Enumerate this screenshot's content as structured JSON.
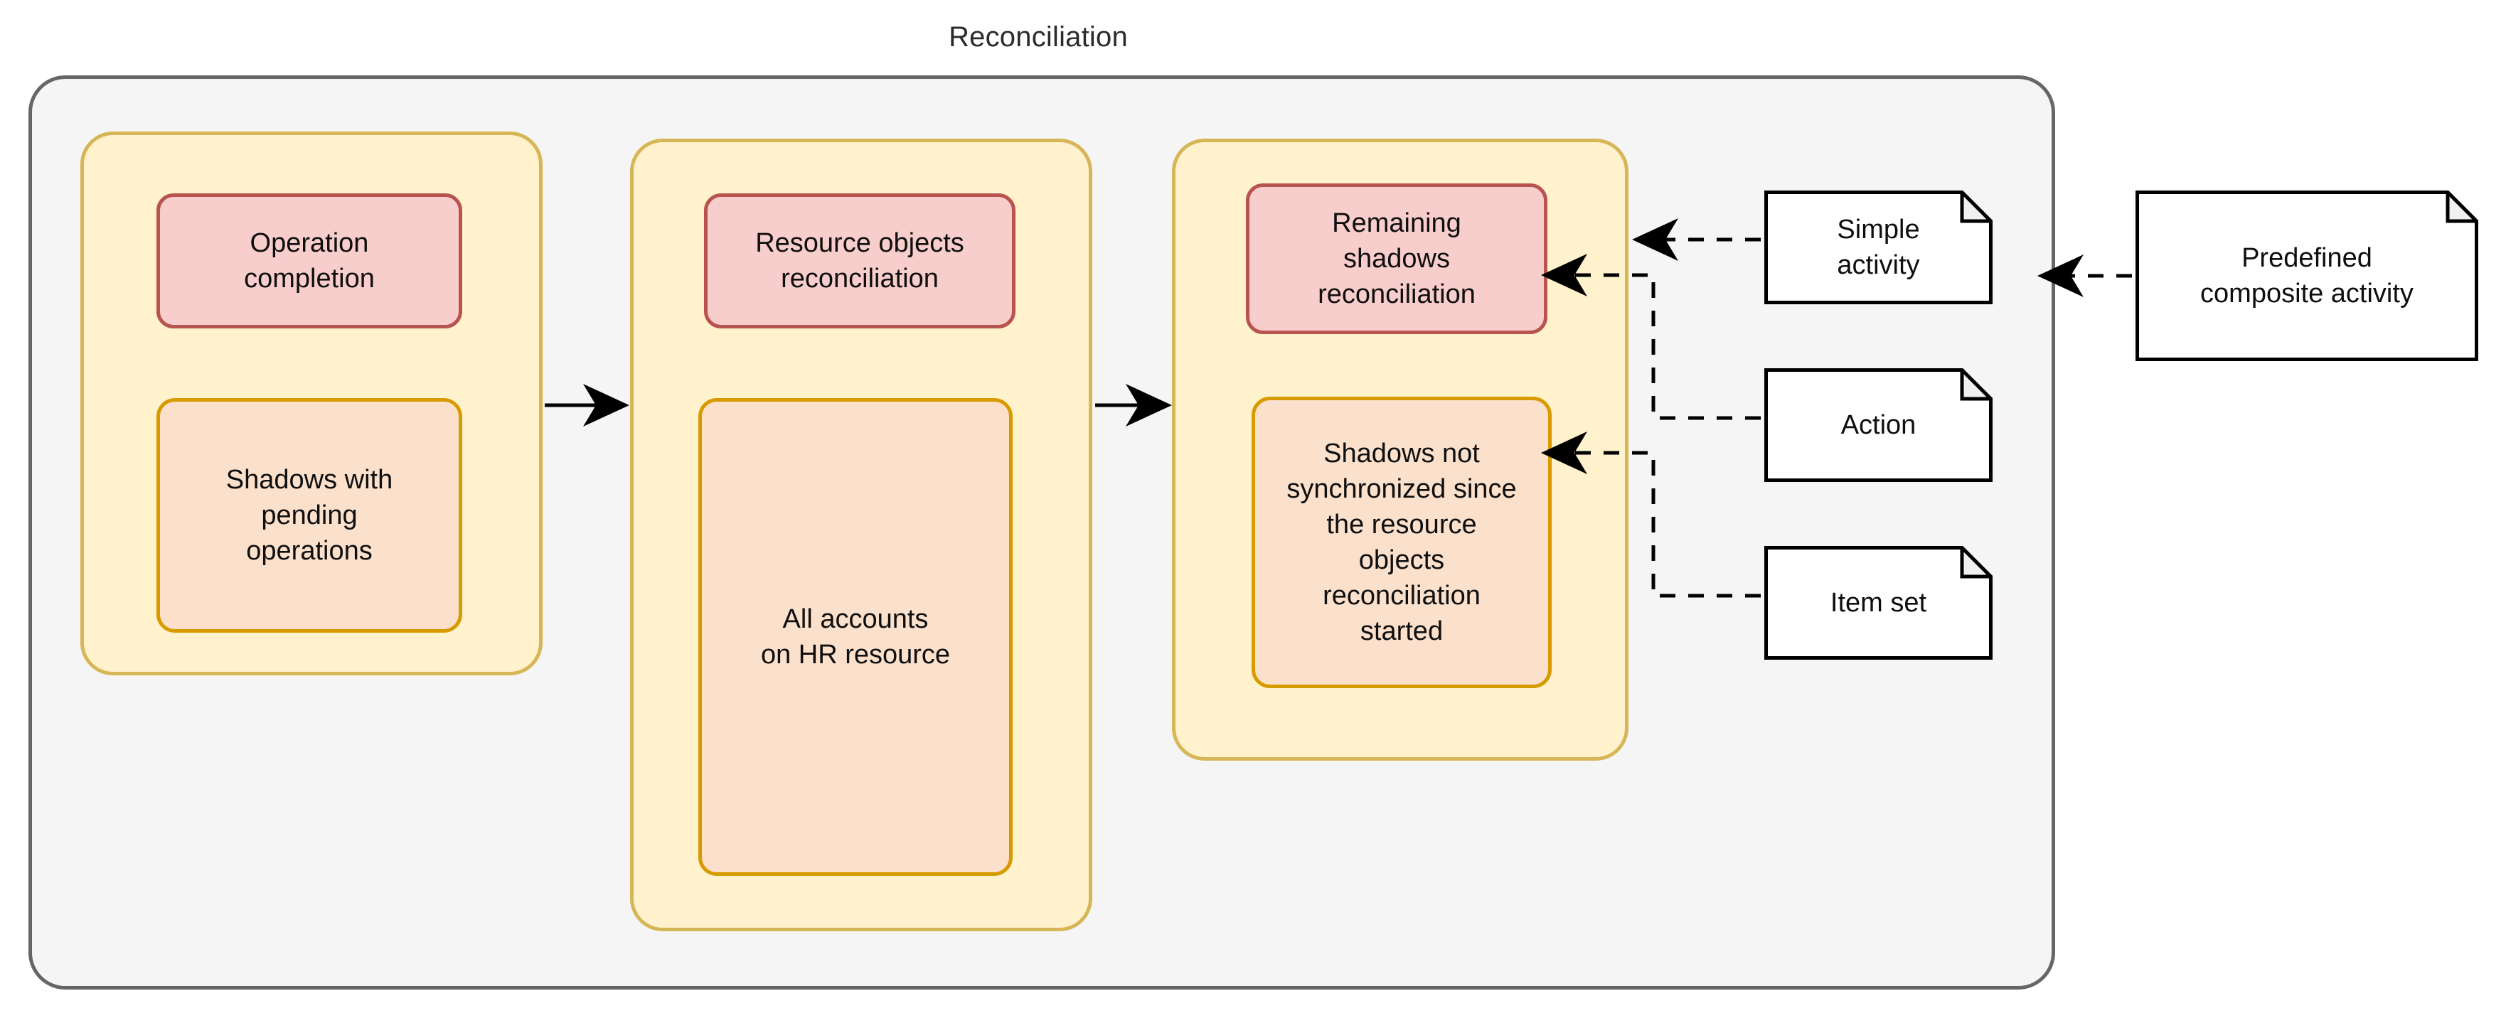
{
  "diagram": {
    "title": "Reconciliation",
    "type": "activity-flow",
    "colors": {
      "lane_fill": "#f5f5f5",
      "lane_stroke": "#666666",
      "group_fill": "#fff2cc",
      "group_stroke": "#d6b656",
      "activity_fill": "#f8cecc",
      "activity_stroke": "#b85450",
      "itemset_fill": "#fbe0cc",
      "itemset_stroke": "#d79b00",
      "note_fill": "#ffffff",
      "note_stroke": "#000000",
      "note_fold_fill": "#f0f0f0",
      "connector": "#000000",
      "text": "#0f0f0f"
    }
  },
  "groups": [
    {
      "id": "group-1",
      "activity": "Operation\ncompletion",
      "itemset": "Shadows with\npending\noperations"
    },
    {
      "id": "group-2",
      "activity": "Resource objects\nreconciliation",
      "itemset": "All accounts\non HR resource"
    },
    {
      "id": "group-3",
      "activity": "Remaining\nshadows\nreconciliation",
      "itemset": "Shadows not\nsynchronized since\nthe resource\nobjects\nreconciliation\nstarted"
    }
  ],
  "legend": {
    "simple_activity": "Simple\nactivity",
    "action": "Action",
    "item_set": "Item set",
    "predefined_composite_activity": "Predefined\ncomposite activity"
  },
  "connectors": [
    {
      "name": "group1-to-group2",
      "style": "solid-arrow",
      "from": "group-1",
      "to": "group-2"
    },
    {
      "name": "group2-to-group3",
      "style": "solid-arrow",
      "from": "group-2",
      "to": "group-3"
    },
    {
      "name": "simple-activity-to-group3",
      "style": "dashed-arrow",
      "from": "Simple activity",
      "to": "group-3"
    },
    {
      "name": "action-to-remaining-shadows-reconciliation",
      "style": "dashed-arrow",
      "from": "Action",
      "to": "Remaining shadows reconciliation"
    },
    {
      "name": "item-set-to-shadows-not-synchronized",
      "style": "dashed-arrow",
      "from": "Item set",
      "to": "Shadows not synchronized since the resource objects reconciliation started"
    },
    {
      "name": "predefined-composite-activity-to-simple-activity",
      "style": "dashed-arrow",
      "from": "Predefined composite activity",
      "to": "Simple activity"
    }
  ]
}
